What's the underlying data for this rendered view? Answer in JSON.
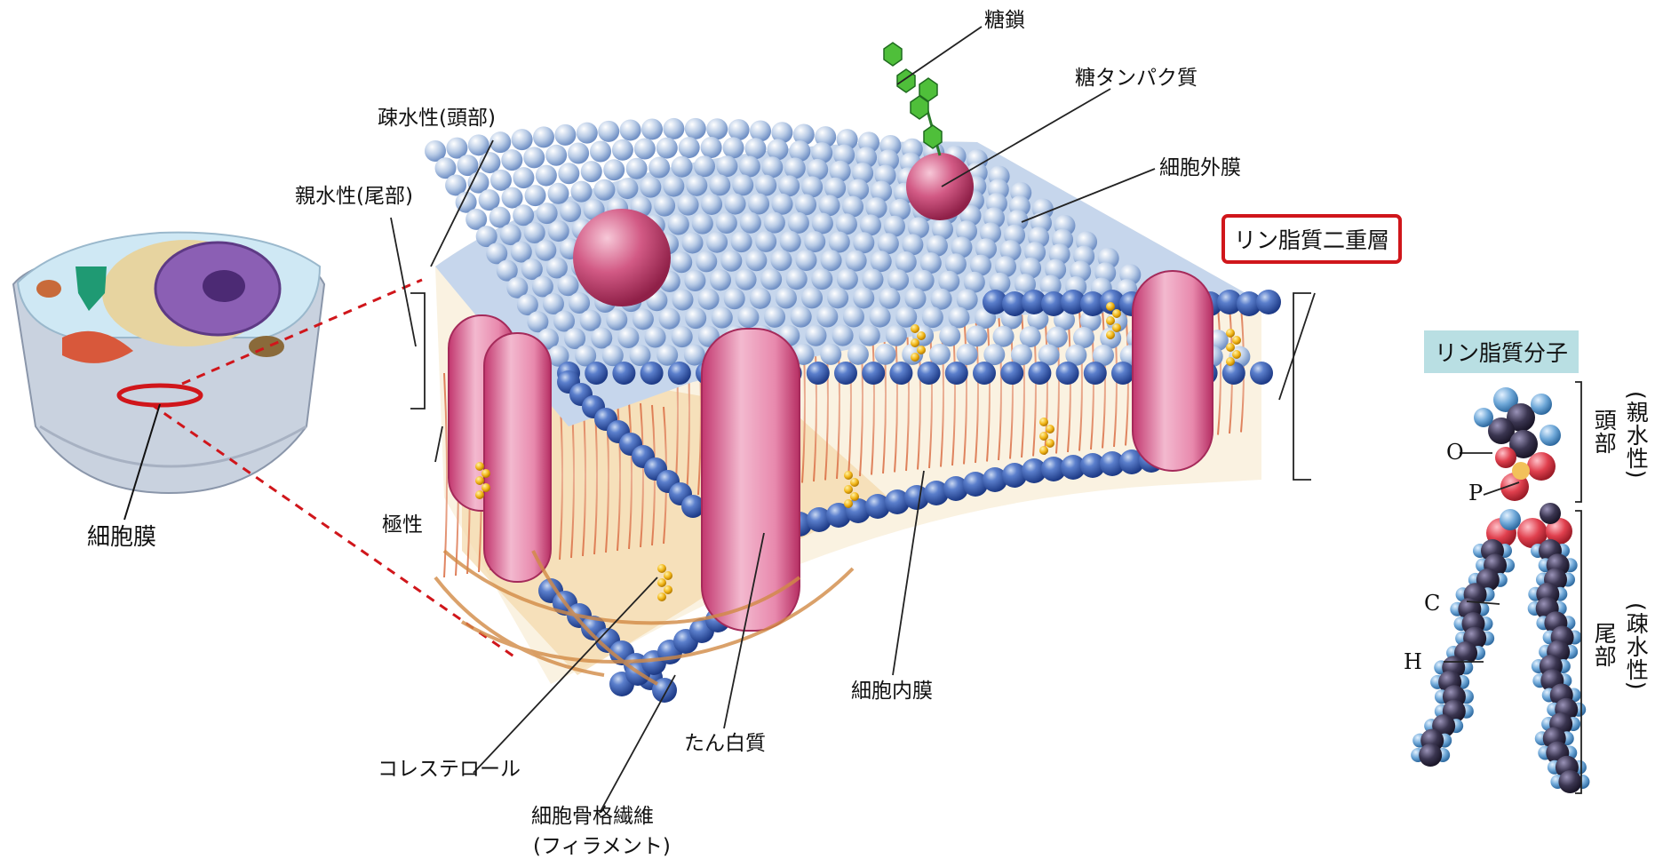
{
  "labels": {
    "sugar_chain": "糖鎖",
    "glycoprotein": "糖タンパク質",
    "outer_membrane": "細胞外膜",
    "hydrophobic_head": "疎水性(頭部)",
    "hydrophilic_tail": "親水性(尾部)",
    "lipid_bilayer": "リン脂質二重層",
    "polarity": "極性",
    "cell_membrane": "細胞膜",
    "cholesterol": "コレステロール",
    "cytoskeleton": "細胞骨格繊維",
    "filament": "(フィラメント)",
    "protein": "たん白質",
    "inner_membrane": "細胞内膜"
  },
  "molecule": {
    "title": "リン脂質分子",
    "atom_o": "O",
    "atom_p": "P",
    "atom_c": "C",
    "atom_h": "H",
    "head_label": "頭部",
    "head_property": "(親水性)",
    "tail_label": "尾部",
    "tail_property": "(疎水性)"
  },
  "colors": {
    "bead_blue": "#2f56a8",
    "bead_light": "#c6d6ec",
    "protein_pink": "#e07aa8",
    "highlight_red": "#d0161b",
    "atom_red": "#e0404e",
    "carbon_dark": "#3a3550",
    "hydrogen_blue": "#6fa8d8"
  }
}
